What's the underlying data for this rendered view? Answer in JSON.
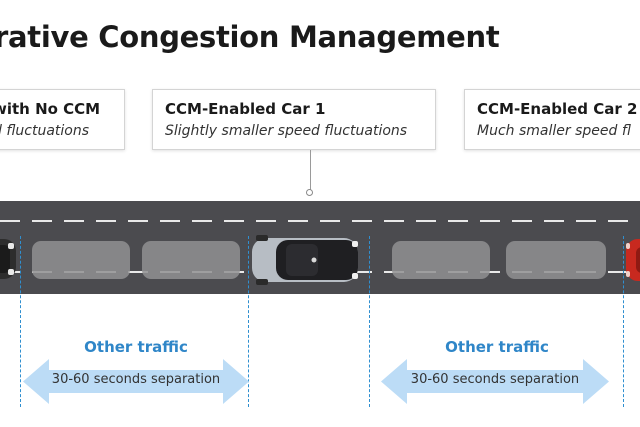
{
  "title": "rative Congestion Management",
  "callouts": [
    {
      "head": "with No CCM",
      "sub": "d fluctuations"
    },
    {
      "head": "CCM-Enabled Car 1",
      "sub": "Slightly smaller speed fluctuations"
    },
    {
      "head": "CCM-Enabled Car 2",
      "sub": "Much smaller speed fl"
    }
  ],
  "separations": [
    {
      "label": "Other traffic",
      "arrow_text": "30-60 seconds separation"
    },
    {
      "label": "Other traffic",
      "arrow_text": "30-60 seconds separation"
    }
  ],
  "colors": {
    "road": "#4b4b4f",
    "accent_blue": "#2f86c8",
    "arrow_fill": "#bcdcf6",
    "car_dark": "#2d2d2d",
    "car_silver": "#b7bdc4",
    "car_red": "#c8291f"
  }
}
